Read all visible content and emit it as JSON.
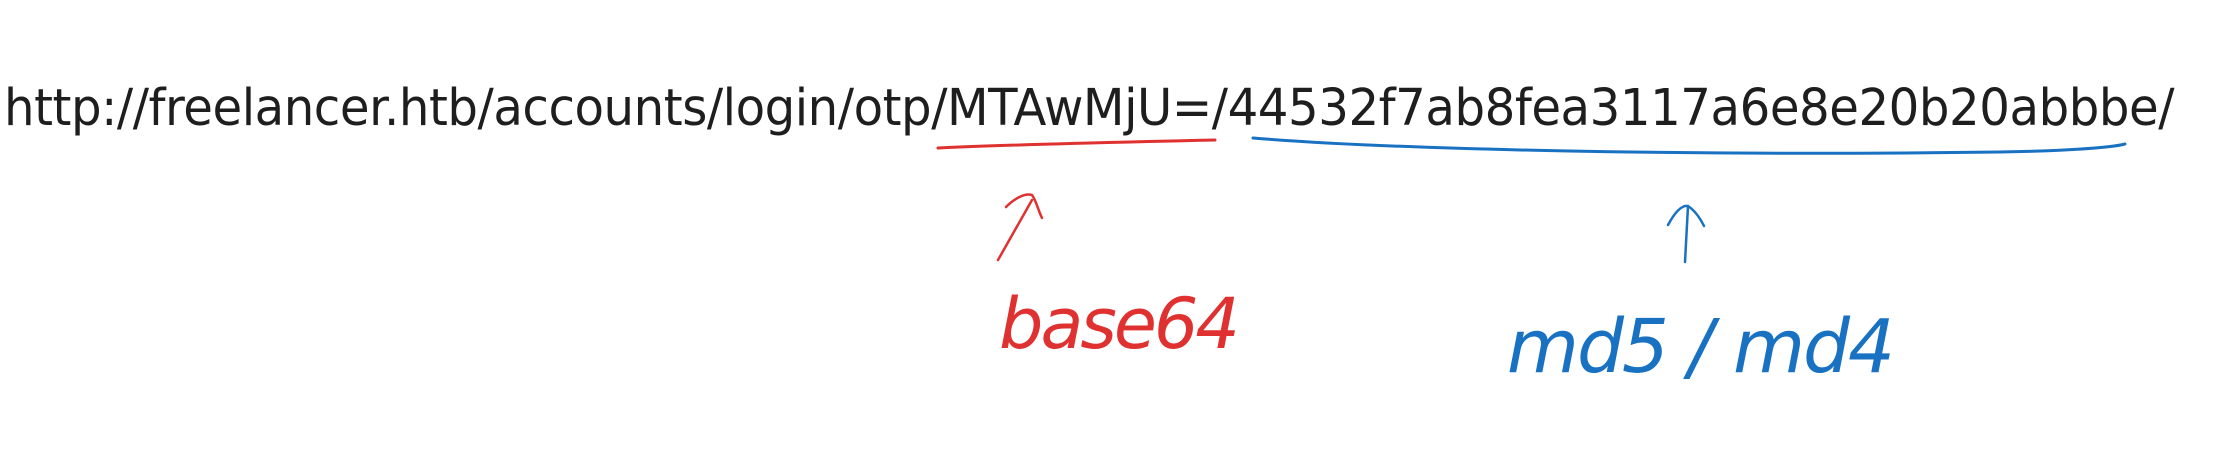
{
  "url": {
    "full": "http://freelancer.htb/accounts/login/otp/MTAwMjU=/44532f7ab8fea3117a6e8e20b20abbbe/",
    "color": "#1e1e1e"
  },
  "annotations": [
    {
      "label": "base64",
      "color": "#e03131",
      "segment": "MTAwMjU="
    },
    {
      "label": "md5 / md4",
      "color": "#1971c2",
      "segment": "44532f7ab8fea3117a6e8e20b20abbbe"
    }
  ]
}
